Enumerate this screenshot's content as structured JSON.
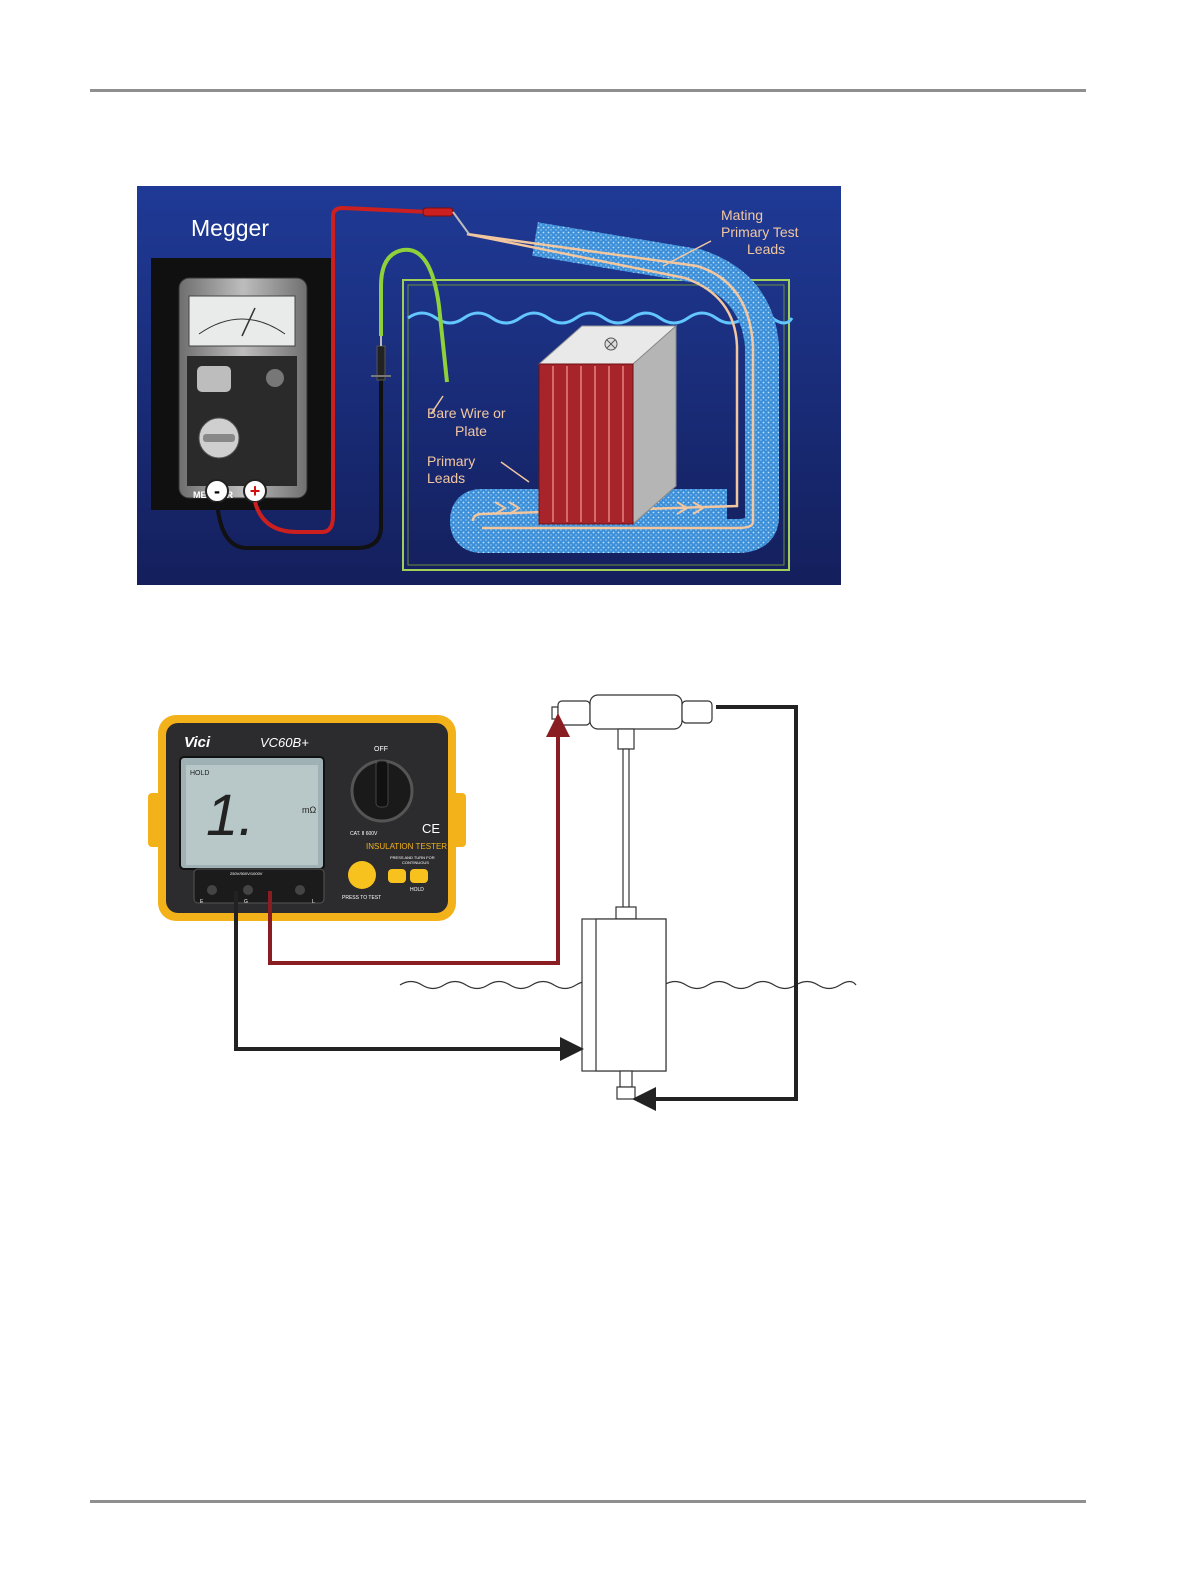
{
  "figure1": {
    "labels": {
      "megger": "Megger",
      "mating": [
        "Mating",
        "Primary Test",
        "Leads"
      ],
      "bare_wire": [
        "Bare Wire or",
        "Plate"
      ],
      "primary_leads": [
        "Primary",
        "Leads"
      ]
    },
    "terminals": {
      "negative": "-",
      "positive": "+"
    },
    "device_brand": "MEGGER"
  },
  "figure2": {
    "meter": {
      "brand": "Vici",
      "model": "VC60B+",
      "display_flag": "HOLD",
      "display_value": "1.",
      "display_unit": "mΩ",
      "range_off": "OFF",
      "cat": "CAT. Ⅱ 600V",
      "product_line": "INSULATION TESTER",
      "press_turn": [
        "PRESS AND TURN FOR",
        "CONTINUOUS"
      ],
      "press_to_test": "PRESS TO TEST",
      "hold": "HOLD",
      "ce": "CE",
      "voltages": "250V/500V/1000V",
      "terminals": [
        "E",
        "G",
        "L"
      ]
    }
  },
  "colors": {
    "slide_bg": "#1c2f7a",
    "lead_red": "#cc1f1f",
    "wire_green": "#8fd13a",
    "arrow_red": "#8a1d22",
    "arrow_black": "#222222",
    "meter_yellow": "#f4b21a",
    "label_peach": "#f2c7a0"
  }
}
